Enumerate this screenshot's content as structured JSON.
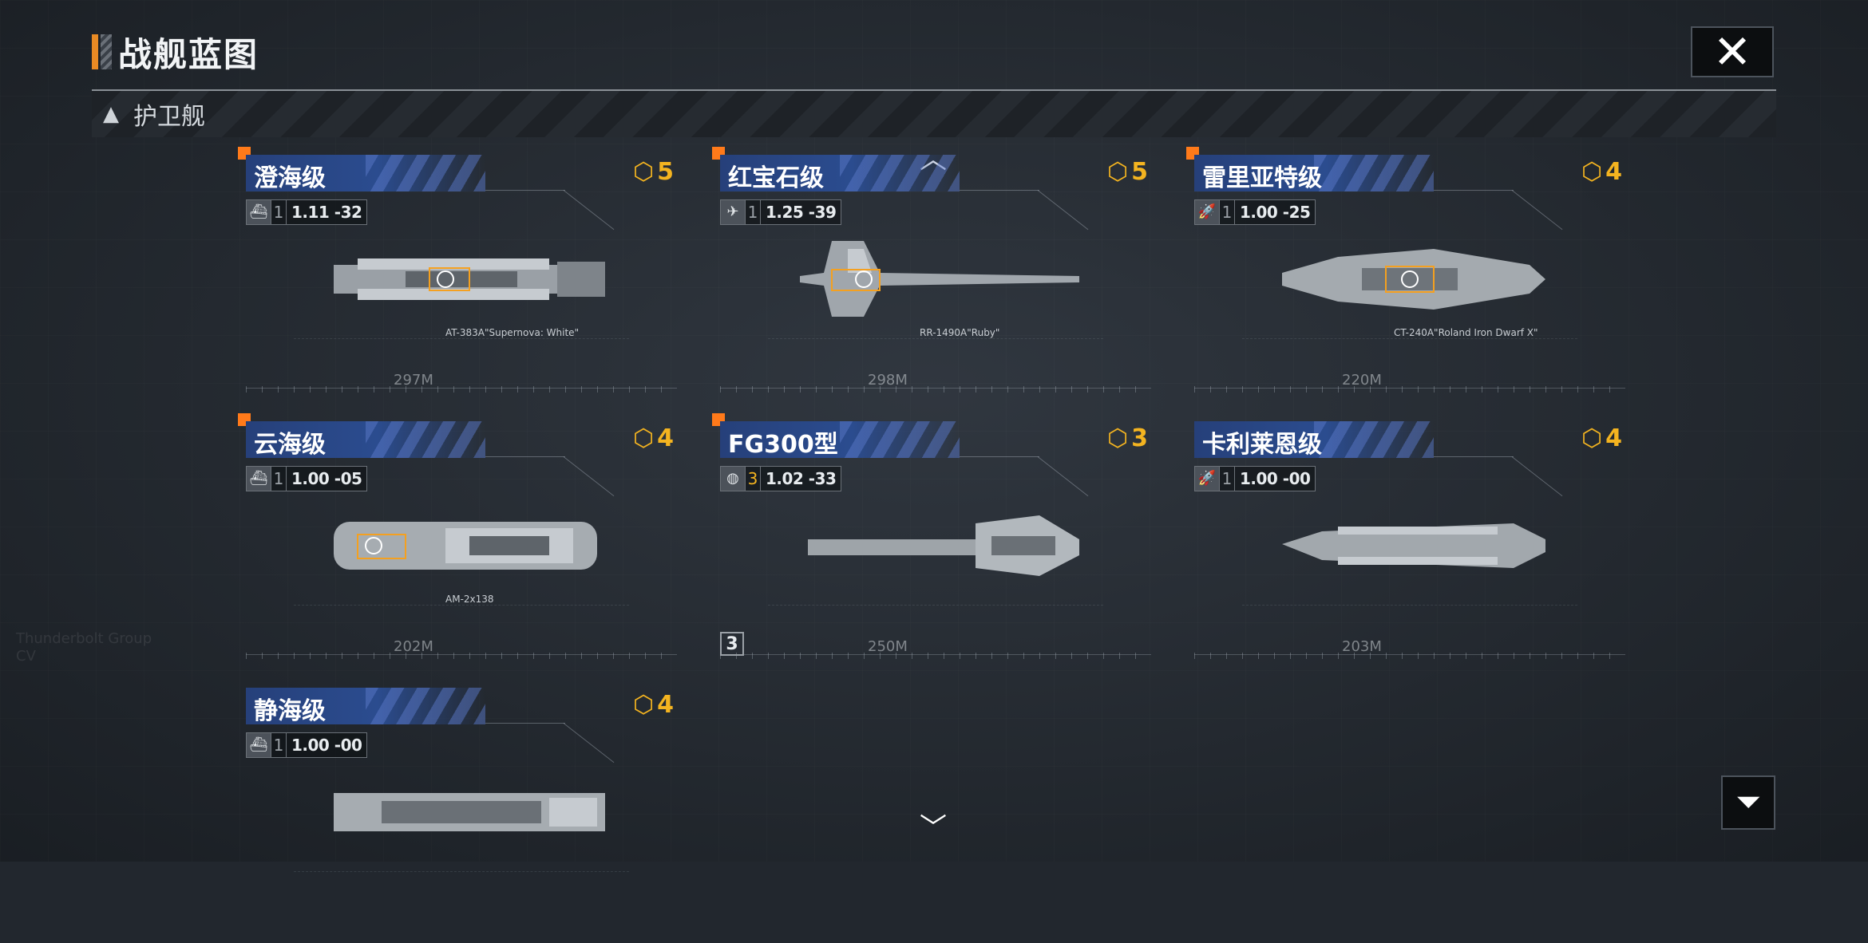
{
  "page": {
    "title": "战舰蓝图"
  },
  "section": {
    "title": "护卫舰",
    "icon": "triangle-up"
  },
  "background_text": [
    "Thunderbolt Group",
    "CV"
  ],
  "cards": [
    {
      "name": "澄海级",
      "new": true,
      "cost": "5",
      "stat_icon": "carrier-icon",
      "tier": "1",
      "value": "1.11 -32",
      "ship_label": "AT-383A\"Supernova: White\"",
      "length": "297M",
      "count": ""
    },
    {
      "name": "红宝石级",
      "new": true,
      "cost": "5",
      "stat_icon": "fighter-icon",
      "tier": "1",
      "value": "1.25 -39",
      "ship_label": "RR-1490A\"Ruby\"",
      "length": "298M",
      "count": ""
    },
    {
      "name": "雷里亚特级",
      "new": true,
      "cost": "4",
      "stat_icon": "rocket-icon",
      "tier": "1",
      "value": "1.00 -25",
      "ship_label": "CT-240A\"Roland Iron Dwarf X\"",
      "length": "220M",
      "count": ""
    },
    {
      "name": "云海级",
      "new": true,
      "cost": "4",
      "stat_icon": "carrier-icon",
      "tier": "1",
      "value": "1.00 -05",
      "ship_label": "AM-2x138",
      "length": "202M",
      "count": ""
    },
    {
      "name": "FG300型",
      "new": true,
      "cost": "3",
      "stat_icon": "globe-icon",
      "tier": "3",
      "value": "1.02 -33",
      "ship_label": "",
      "length": "250M",
      "count": "3"
    },
    {
      "name": "卡利莱恩级",
      "new": false,
      "cost": "4",
      "stat_icon": "rocket-icon",
      "tier": "1",
      "value": "1.00 -00",
      "ship_label": "",
      "length": "203M",
      "count": ""
    },
    {
      "name": "静海级",
      "new": false,
      "cost": "4",
      "stat_icon": "carrier-icon",
      "tier": "1",
      "value": "1.00 -00",
      "ship_label": "",
      "length": "",
      "count": ""
    }
  ],
  "colors": {
    "accent": "#e98a24",
    "cost": "#f4b420",
    "name_bar": "#2b4c8f",
    "new_badge": "#ff7a1a"
  },
  "icons": {
    "close": "close-icon",
    "filter": "filter-icon",
    "scroll_up": "chevron-up-icon",
    "scroll_down": "chevron-down-icon",
    "cost": "resource-box-icon"
  }
}
